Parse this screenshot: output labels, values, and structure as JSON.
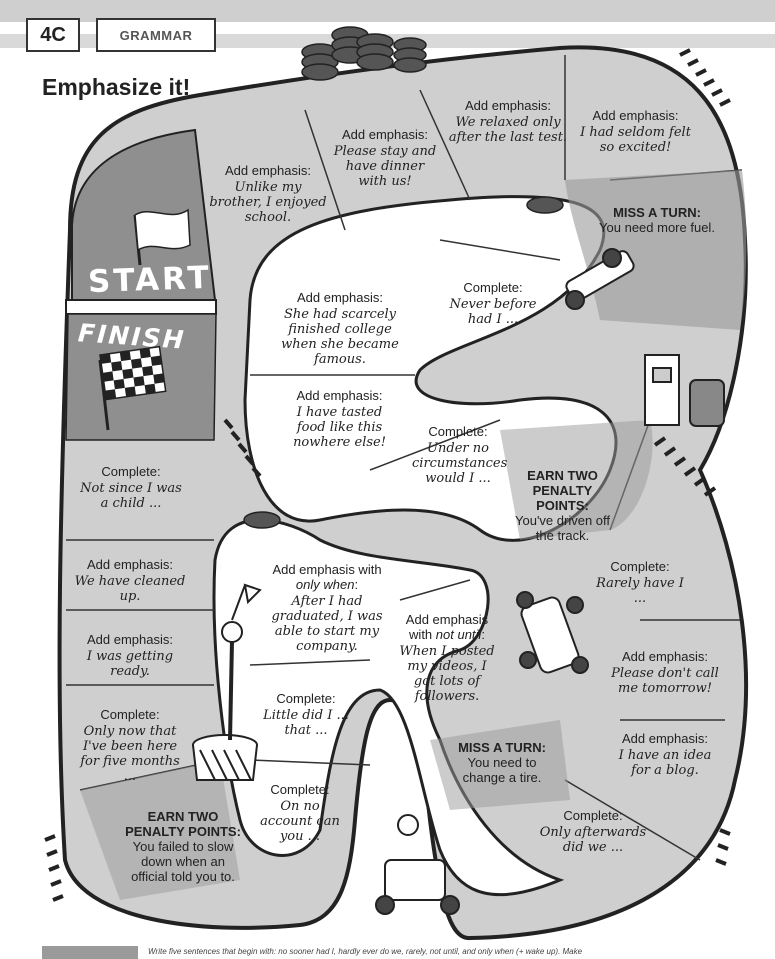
{
  "header": {
    "unit": "4C",
    "section": "GRAMMAR",
    "title": "Emphasize it!"
  },
  "board": {
    "start_label": "START",
    "finish_label": "FINISH",
    "squares": [
      {
        "label": "Add emphasis:",
        "text": "Unlike my brother, I enjoyed school."
      },
      {
        "label": "Add emphasis:",
        "text": "Please stay and have dinner with us!"
      },
      {
        "label": "Add emphasis:",
        "text": "We relaxed only after the last test."
      },
      {
        "label": "Add emphasis:",
        "text": "I had seldom felt so excited!"
      },
      {
        "label": "MISS A TURN:",
        "text": "You need more fuel."
      },
      {
        "label": "Complete:",
        "text": "Never before had I ..."
      },
      {
        "label": "Add emphasis:",
        "text": "She had scarcely finished college when she became famous."
      },
      {
        "label": "Add emphasis:",
        "text": "I have tasted food like this nowhere else!"
      },
      {
        "label": "Complete:",
        "text": "Under no circumstances would I ..."
      },
      {
        "label": "EARN TWO PENALTY POINTS:",
        "text": "You've driven off the track."
      },
      {
        "label": "Complete:",
        "text": "Rarely have I ..."
      },
      {
        "label_pre": "Add emphasis with ",
        "label_em": "not until",
        "label_post": ":",
        "text": "When I posted my videos, I got lots of followers."
      },
      {
        "label_pre": "Add emphasis with ",
        "label_em": "only when",
        "label_post": ":",
        "text": "After I had graduated, I was able to start my company."
      },
      {
        "label": "Complete:",
        "text": "Not since I was a child ..."
      },
      {
        "label": "Add emphasis:",
        "text": "We have cleaned up."
      },
      {
        "label": "Add emphasis:",
        "text": "I was getting ready."
      },
      {
        "label": "Complete:",
        "text": "Only now that I've been here for five months ..."
      },
      {
        "label": "EARN TWO PENALTY POINTS:",
        "text": "You failed to slow down when an official told you to."
      },
      {
        "label": "Complete:",
        "text": "Little did I ... that ..."
      },
      {
        "label": "Complete:",
        "text": "On no account can you ..."
      },
      {
        "label": "MISS A TURN:",
        "text": "You need to change a tire."
      },
      {
        "label": "Add emphasis:",
        "text": "Please don't call me tomorrow!"
      },
      {
        "label": "Add emphasis:",
        "text": "I have an idea for a blog."
      },
      {
        "label": "Complete:",
        "text": "Only afterwards did we ..."
      }
    ]
  },
  "footer": {
    "instructions": "Write five sentences that begin with: no sooner had I, hardly ever do we, rarely, not until, and only when (+ wake up). Make"
  },
  "colors": {
    "track_light": "#cfcfcf",
    "track_mid": "#bdbdbd",
    "track_dark": "#8f8f8f",
    "outline": "#222222",
    "infield": "#ffffff"
  }
}
